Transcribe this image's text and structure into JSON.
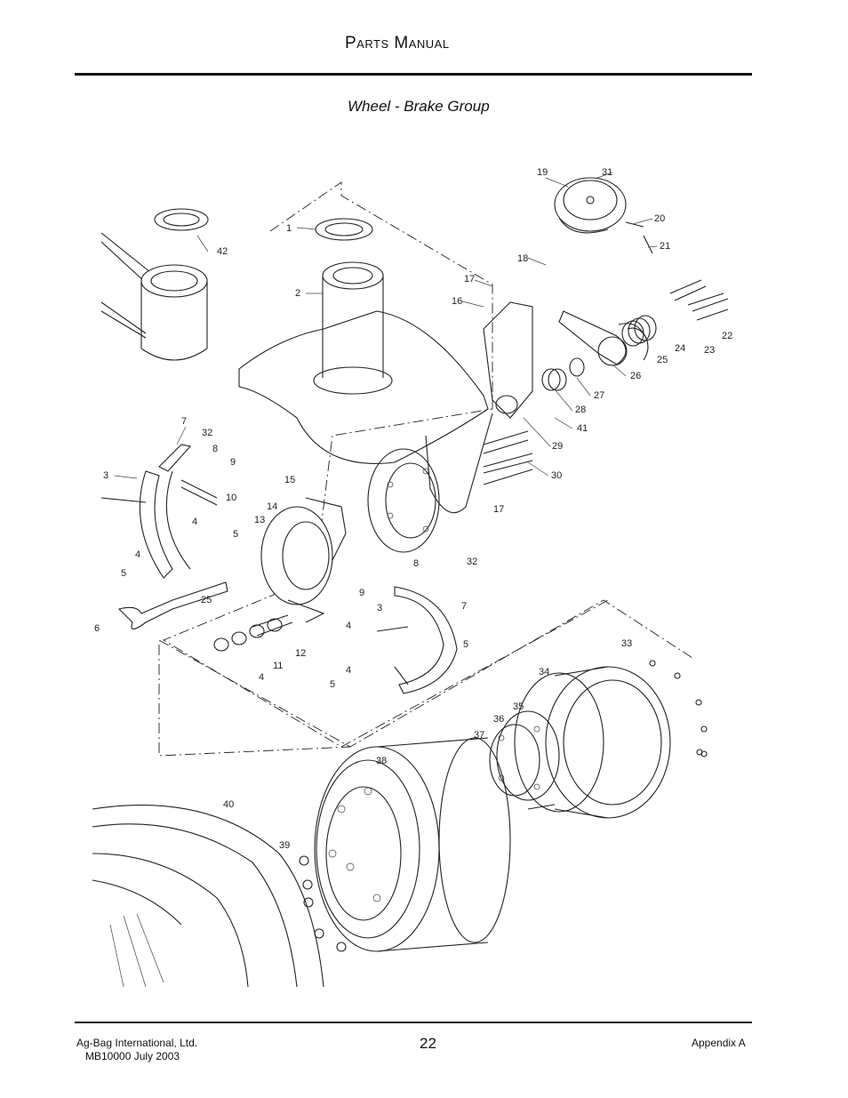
{
  "header": {
    "title": "Parts Manual"
  },
  "figure": {
    "title": "Wheel - Brake  Group",
    "callouts": [
      "1",
      "2",
      "3",
      "3",
      "4",
      "4",
      "4",
      "4",
      "4",
      "5",
      "5",
      "5",
      "5",
      "6",
      "7",
      "7",
      "8",
      "8",
      "9",
      "9",
      "10",
      "11",
      "12",
      "13",
      "14",
      "15",
      "16",
      "17",
      "17",
      "18",
      "19",
      "20",
      "21",
      "22",
      "23",
      "24",
      "25",
      "25",
      "26",
      "27",
      "28",
      "29",
      "30",
      "31",
      "32",
      "32",
      "33",
      "34",
      "35",
      "36",
      "37",
      "38",
      "39",
      "40",
      "41",
      "42"
    ]
  },
  "footer": {
    "company": "Ag-Bag International, Ltd.",
    "doc": "MB10000 July 2003",
    "page": "22",
    "section": "Appendix A"
  }
}
